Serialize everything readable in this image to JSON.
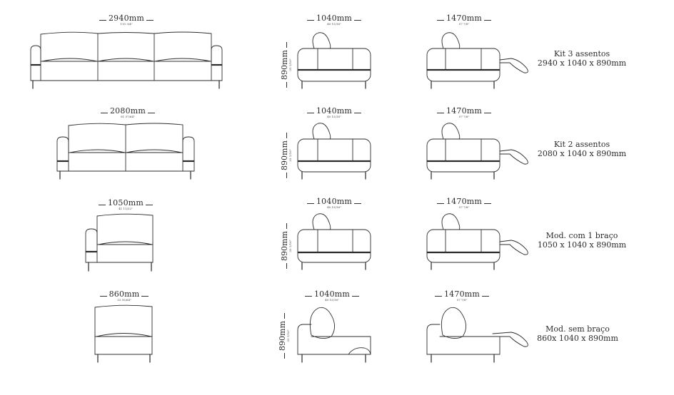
{
  "rows": [
    {
      "front": {
        "width": "2940mm",
        "inches": "115 3/4\""
      },
      "side": {
        "depth": "1040mm",
        "depth_in": "40 15/16\"",
        "height": "890mm",
        "height_in": "35 1/16\""
      },
      "reclined": {
        "depth": "1470mm",
        "depth_in": "57 7/8\""
      },
      "label": {
        "name": "Kit 3 assentos",
        "dims": "2940 x 1040 x 890mm"
      }
    },
    {
      "front": {
        "width": "2080mm",
        "inches": "81 57/64\""
      },
      "side": {
        "depth": "1040mm",
        "depth_in": "40 15/16\"",
        "height": "890mm",
        "height_in": "35 1/16\""
      },
      "reclined": {
        "depth": "1470mm",
        "depth_in": "57 7/8\""
      },
      "label": {
        "name": "Kit 2 assentos",
        "dims": "2080 x 1040 x 890mm"
      }
    },
    {
      "front": {
        "width": "1050mm",
        "inches": "41 11/32\""
      },
      "side": {
        "depth": "1040mm",
        "depth_in": "40 15/16\"",
        "height": "890mm",
        "height_in": "35 1/16\""
      },
      "reclined": {
        "depth": "1470mm",
        "depth_in": "57 7/8\""
      },
      "label": {
        "name": "Mod. com 1 braço",
        "dims": "1050 x 1040 x 890mm"
      }
    },
    {
      "front": {
        "width": "860mm",
        "inches": "33 55/64\""
      },
      "side": {
        "depth": "1040mm",
        "depth_in": "40 15/16\"",
        "height": "890mm",
        "height_in": "35 1/16\""
      },
      "reclined": {
        "depth": "1470mm",
        "depth_in": "57 7/8\""
      },
      "label": {
        "name": "Mod. sem braço",
        "dims": "860x 1040 x 890mm"
      }
    }
  ]
}
